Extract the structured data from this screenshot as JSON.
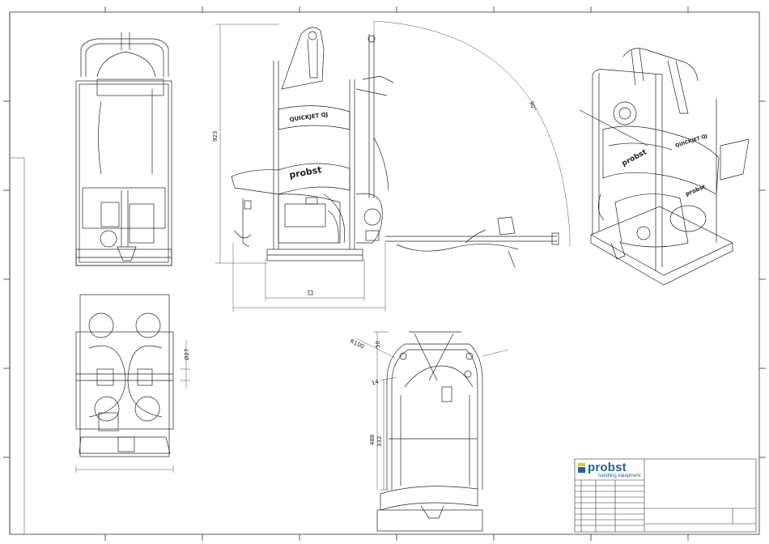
{
  "dimensions": {
    "side_height": "923",
    "swing_angle": "90°",
    "bottom_diameter": "Ø27",
    "radius": "R100",
    "top_offset": "50",
    "small_offset": "14",
    "height_outer": "488",
    "height_inner": "332"
  },
  "side_view": {
    "brand_label": "probst",
    "model_label": "QUICKJET QJ"
  },
  "iso_view": {
    "brand_label": "probst",
    "model_label": "QUICKJET QJ"
  },
  "title_block": {
    "company": "probst",
    "tagline": "handling equipment"
  },
  "colors": {
    "line": "#222222",
    "brand_blue": "#1f5fa8",
    "brand_yellow": "#f2c400"
  }
}
